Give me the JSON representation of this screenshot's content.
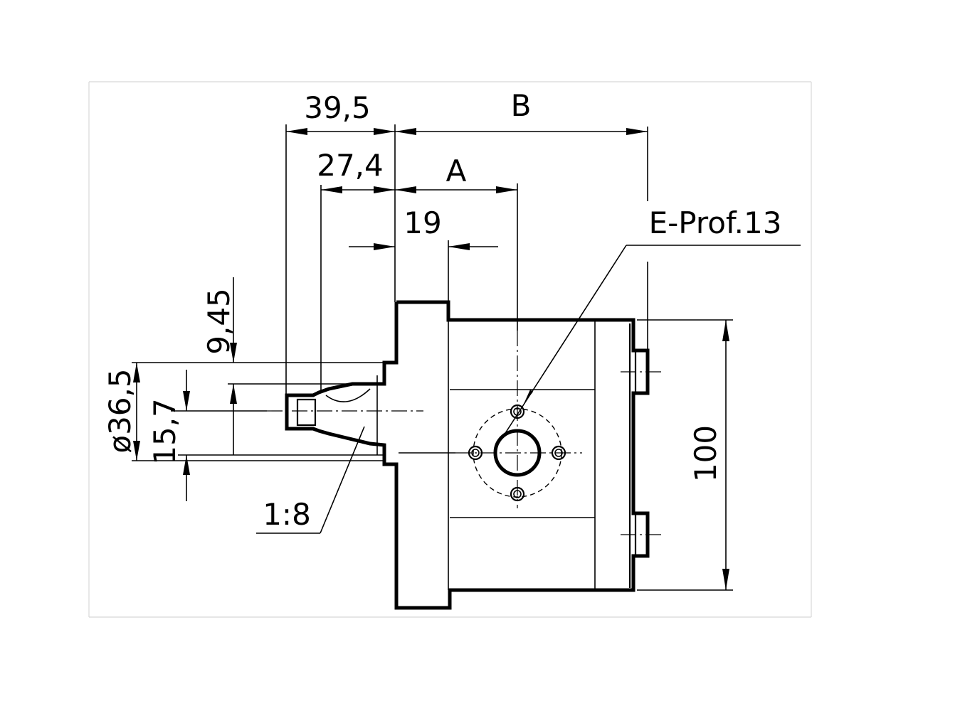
{
  "drawing": {
    "dimensions": {
      "overall_shaft": "39,5",
      "body_length": "B",
      "taper_length": "27,4",
      "port_position": "A",
      "pilot_length": "19",
      "keyway_offset": "9,45",
      "pilot_diameter": "ø36,5",
      "shaft_diameter": "15,7",
      "port_spacing": "100",
      "taper_ratio": "1:8"
    },
    "port_label": "E-Prof.13"
  }
}
